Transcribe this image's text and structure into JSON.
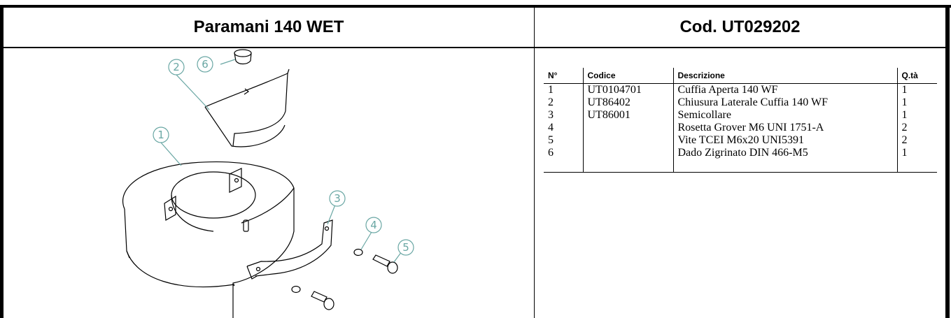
{
  "header": {
    "left_title": "Paramani 140 WET",
    "right_title": "Cod. UT029202"
  },
  "drawing": {
    "callouts": [
      "1",
      "2",
      "3",
      "4",
      "5",
      "6"
    ],
    "colors": {
      "callout": "#6aa7a4",
      "line": "#000000"
    }
  },
  "parts_table": {
    "columns": [
      "N°",
      "Codice",
      "Descrizione",
      "Q.tà"
    ],
    "rows": [
      {
        "n": "1",
        "codice": "UT0104701",
        "descrizione": "Cuffia  Aperta  140 WF",
        "qta": "1"
      },
      {
        "n": "2",
        "codice": "UT86402",
        "descrizione": "Chiusura Laterale Cuffia 140 WF",
        "qta": "1"
      },
      {
        "n": "3",
        "codice": "UT86001",
        "descrizione": "Semicollare",
        "qta": "1"
      },
      {
        "n": "4",
        "codice": "",
        "descrizione": "Rosetta Grover M6 UNI 1751-A",
        "qta": "2"
      },
      {
        "n": "5",
        "codice": "",
        "descrizione": "Vite TCEI M6x20 UNI5391",
        "qta": "2"
      },
      {
        "n": "6",
        "codice": "",
        "descrizione": "Dado Zigrinato DIN 466-M5",
        "qta": "1"
      }
    ]
  }
}
